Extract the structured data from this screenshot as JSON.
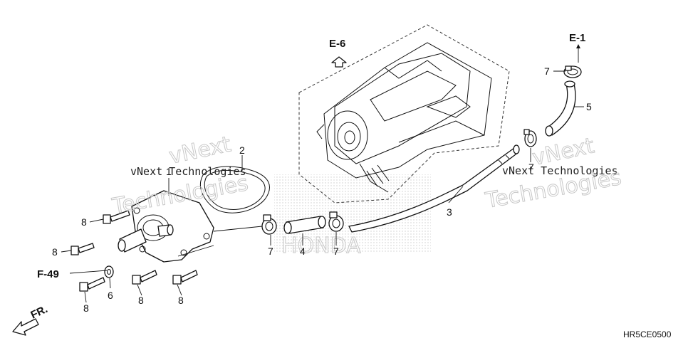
{
  "diagram": {
    "figure_code": "HR5CE0500",
    "references": {
      "e6": "E-6",
      "e1": "E-1",
      "f49": "F-49",
      "front": "FR."
    },
    "callouts": {
      "c1": "1",
      "c2": "2",
      "c3": "3",
      "c4": "4",
      "c5": "5",
      "c6": "6",
      "c7a": "7",
      "c7b": "7",
      "c7c": "7",
      "c7d": "7",
      "c8a": "8",
      "c8b": "8",
      "c8c": "8",
      "c8d": "8",
      "c8e": "8"
    },
    "watermarks": {
      "vnext_left": "vNext Technologies",
      "tech_left": "Technologies",
      "vnext_top_left": "vNext",
      "vnext_right": "vNext Technologies",
      "tech_right": "Technologies",
      "vnext_top_right": "vNext",
      "brand": "HONDA"
    }
  }
}
